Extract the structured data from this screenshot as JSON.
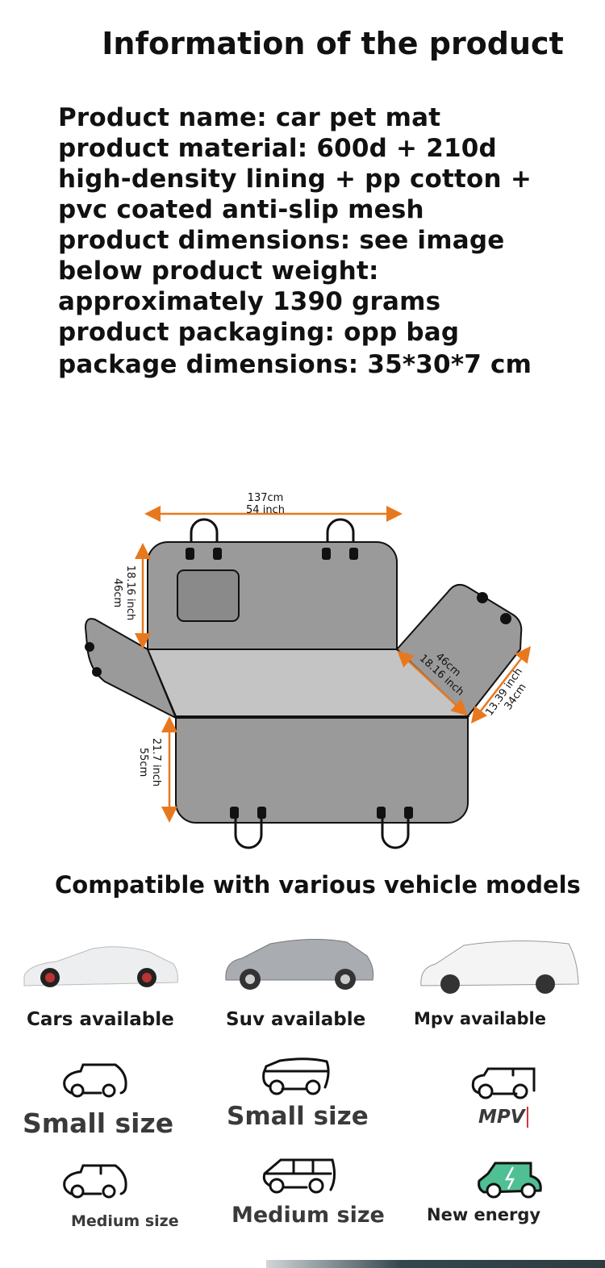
{
  "title": "Information of the product",
  "info_lines": [
    "Product name: car pet mat",
    "product material: 600d + 210d",
    "high-density lining + pp cotton +",
    "pvc coated anti-slip mesh",
    "product dimensions: see image",
    "below product weight:",
    "approximately 1390 grams",
    "product packaging: opp bag",
    "package dimensions: 35*30*7 cm"
  ],
  "diagram": {
    "width_cm": "137cm",
    "width_in": "54 inch",
    "back_in": "18.16 inch",
    "back_cm": "46cm",
    "seat_in": "21.7 inch",
    "seat_cm": "55cm",
    "flap_cm": "46cm",
    "flap_in": "18.16 inch",
    "side_in": "13.39 inch",
    "side_cm": "34cm",
    "accent": "#e8781e",
    "panel": "#9a9a9a",
    "seat": "#c4c4c4"
  },
  "compat_title": "Compatible with various vehicle models",
  "vehicles": [
    "Cars available",
    "Suv available",
    "Mpv available"
  ],
  "sizes": {
    "row1": [
      "Small size",
      "Small size",
      "MPV"
    ],
    "row2": [
      "Medium size",
      "Medium size",
      "New energy"
    ]
  },
  "colors": {
    "energy": "#4fbf94",
    "mpv_slash": "#d9343b"
  }
}
